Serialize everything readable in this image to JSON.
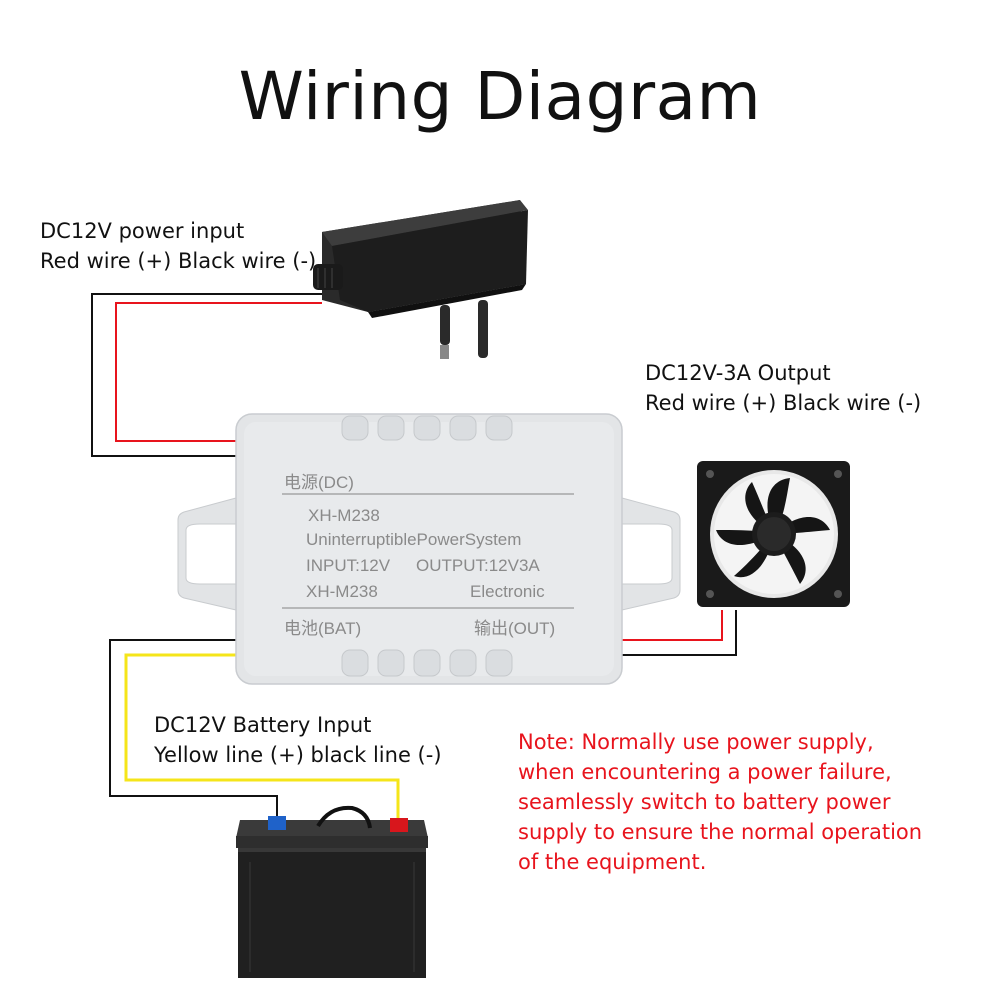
{
  "title": "Wiring Diagram",
  "power_input": {
    "line1": "DC12V power input",
    "line2": "Red wire (+) Black wire (-)"
  },
  "output": {
    "line1": "DC12V-3A Output",
    "line2": "Red wire (+) Black wire (-)"
  },
  "battery_input": {
    "line1": "DC12V Battery Input",
    "line2": "Yellow line (+) black line (-)"
  },
  "note": {
    "lines": [
      "Note: Normally use power supply,",
      "when encountering a power failure,",
      "seamlessly switch to battery power",
      "supply to ensure the normal operation",
      "of the equipment."
    ]
  },
  "module": {
    "dc_label": "电源(DC)",
    "model": "XH-M238",
    "name": "UninterruptiblePowerSystem",
    "input": "INPUT:12V",
    "output": "OUTPUT:12V3A",
    "model2": "XH-M238",
    "brand": "Electronic",
    "bat_label": "电池(BAT)",
    "out_label": "输出(OUT)"
  },
  "colors": {
    "red_wire": "#e8141d",
    "black_wire": "#111111",
    "yellow_wire": "#f5e51a",
    "note_text": "#e8141d"
  }
}
